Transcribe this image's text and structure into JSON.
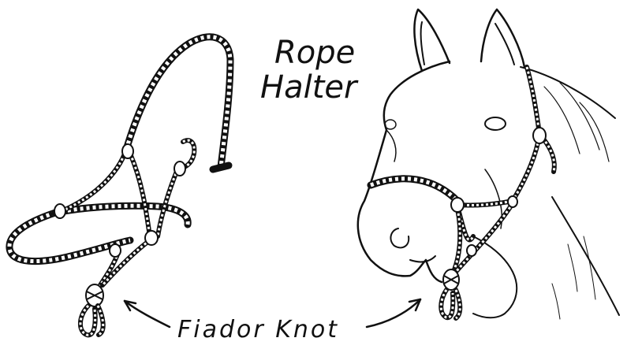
{
  "title": {
    "line1": "Rope",
    "line2": "Halter"
  },
  "label": {
    "text": "Fiador Knot"
  },
  "illustrations": [
    {
      "name": "loose-rope-halter"
    },
    {
      "name": "horse-head-wearing-halter"
    }
  ]
}
